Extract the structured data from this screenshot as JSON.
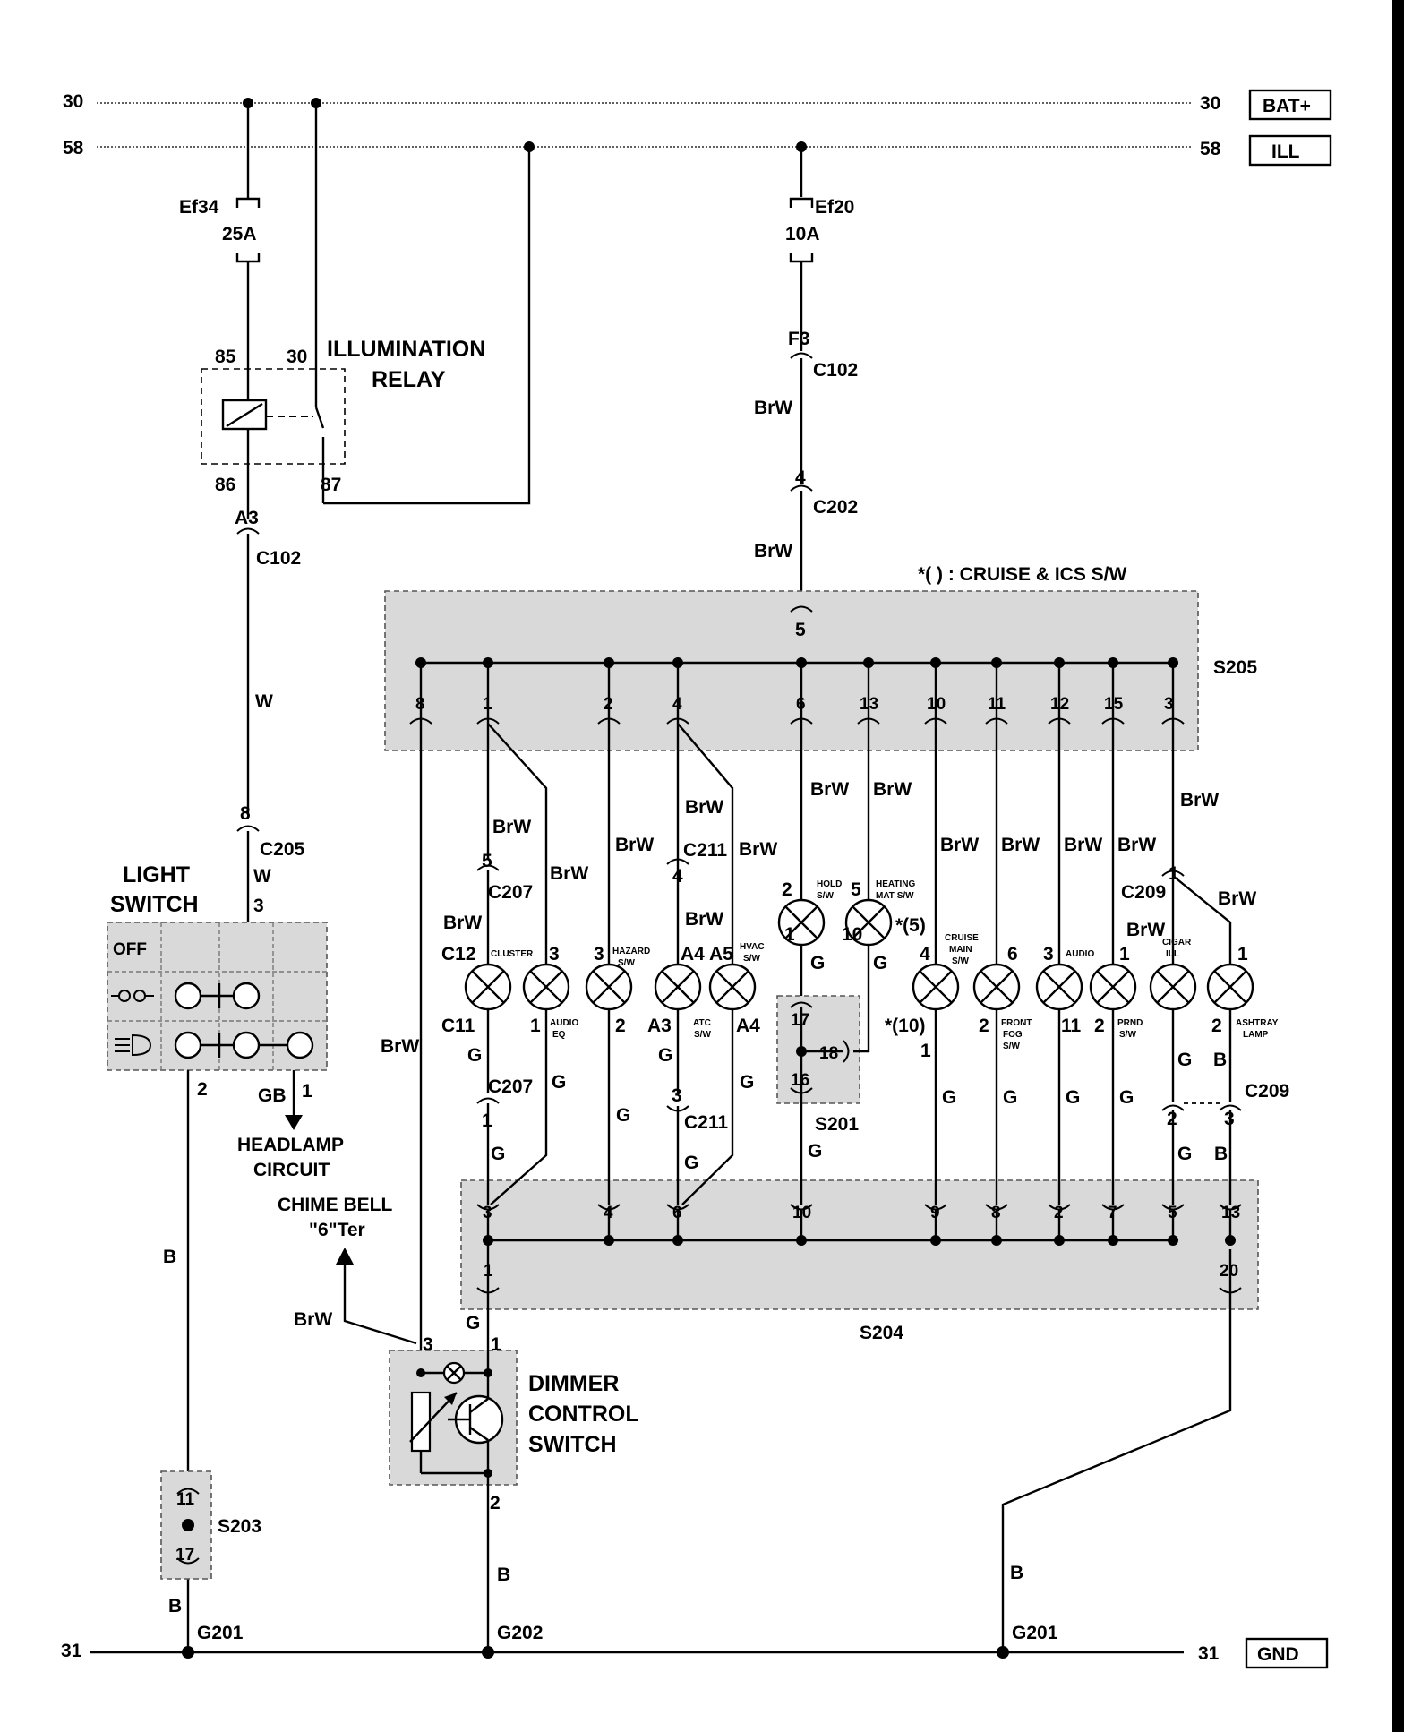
{
  "rails": {
    "bat_num": "30",
    "bat_label": "BAT+",
    "ill_num": "58",
    "ill_label": "ILL",
    "gnd_num": "31",
    "gnd_label": "GND"
  },
  "fuses": {
    "ef34_name": "Ef34",
    "ef34_rating": "25A",
    "ef20_name": "Ef20",
    "ef20_rating": "10A"
  },
  "relay": {
    "title_line1": "ILLUMINATION",
    "title_line2": "RELAY",
    "pin85": "85",
    "pin30": "30",
    "pin86": "86",
    "pin87": "87"
  },
  "connectors": {
    "a3": "A3",
    "c102_left": "C102",
    "f3": "F3",
    "c102_right": "C102",
    "pin4": "4",
    "c202": "C202",
    "pin8": "8",
    "c205": "C205",
    "c207_top": "C207",
    "c207_bot": "C207",
    "c211_top": "C211",
    "c211_bot": "C211",
    "c209_top": "C209",
    "c209_bot": "C209"
  },
  "wires": {
    "brw": "BrW",
    "w": "W",
    "g": "G",
    "b": "B",
    "gb": "GB"
  },
  "cruise_note": "*( ) : CRUISE & ICS S/W",
  "s205": {
    "name": "S205",
    "feed": "5",
    "pins": [
      "8",
      "1",
      "2",
      "4",
      "6",
      "13",
      "10",
      "11",
      "12",
      "15",
      "3"
    ]
  },
  "s204": {
    "name": "S204",
    "pins": [
      "3",
      "4",
      "6",
      "10",
      "9",
      "8",
      "2",
      "7",
      "5",
      "13"
    ],
    "lower_left": "1",
    "lower_right": "20"
  },
  "s201": {
    "name": "S201",
    "p17": "17",
    "p18": "18",
    "p16": "16"
  },
  "s203": {
    "name": "S203",
    "p11": "11",
    "p17": "17"
  },
  "light_switch": {
    "title_line1": "LIGHT",
    "title_line2": "SWITCH",
    "pin3": "3",
    "pin2": "2",
    "pin1": "1",
    "off": "OFF"
  },
  "headlamp": {
    "line1": "HEADLAMP",
    "line2": "CIRCUIT"
  },
  "chime": {
    "line1": "CHIME BELL",
    "line2": "\"6\"Ter"
  },
  "dimmer": {
    "line1": "DIMMER",
    "line2": "CONTROL",
    "line3": "SWITCH",
    "pin3": "3",
    "pin1": "1",
    "pin2": "2"
  },
  "grounds": {
    "g201_left": "G201",
    "g202": "G202",
    "g201_right": "G201"
  },
  "lamps": {
    "cluster": "CLUSTER",
    "audio_eq_1": "AUDIO",
    "audio_eq_2": "EQ",
    "hazard_1": "HAZARD",
    "hazard_2": "S/W",
    "hvac_1": "HVAC",
    "hvac_2": "S/W",
    "atc_1": "ATC",
    "atc_2": "S/W",
    "hold_1": "HOLD",
    "hold_2": "S/W",
    "heating_1": "HEATING",
    "heating_2": "MAT S/W",
    "cruise_1": "CRUISE",
    "cruise_2": "MAIN",
    "cruise_3": "S/W",
    "fog_1": "FRONT",
    "fog_2": "FOG",
    "fog_3": "S/W",
    "audio": "AUDIO",
    "prnd_1": "PRND",
    "prnd_2": "S/W",
    "cigar_1": "CIGAR",
    "cigar_2": "ILL",
    "ashtray_1": "ASHTRAY",
    "ashtray_2": "LAMP"
  },
  "pins": {
    "c12": "C12",
    "c11": "C11",
    "p3": "3",
    "p1": "1",
    "p2": "2",
    "p5": "5",
    "p4": "4",
    "p6": "6",
    "p10": "10",
    "p11": "11",
    "a4": "A4",
    "a5": "A5",
    "a3": "A3",
    "a4b": "A4",
    "p5star": "*(5)",
    "p10star": "*(10)"
  }
}
